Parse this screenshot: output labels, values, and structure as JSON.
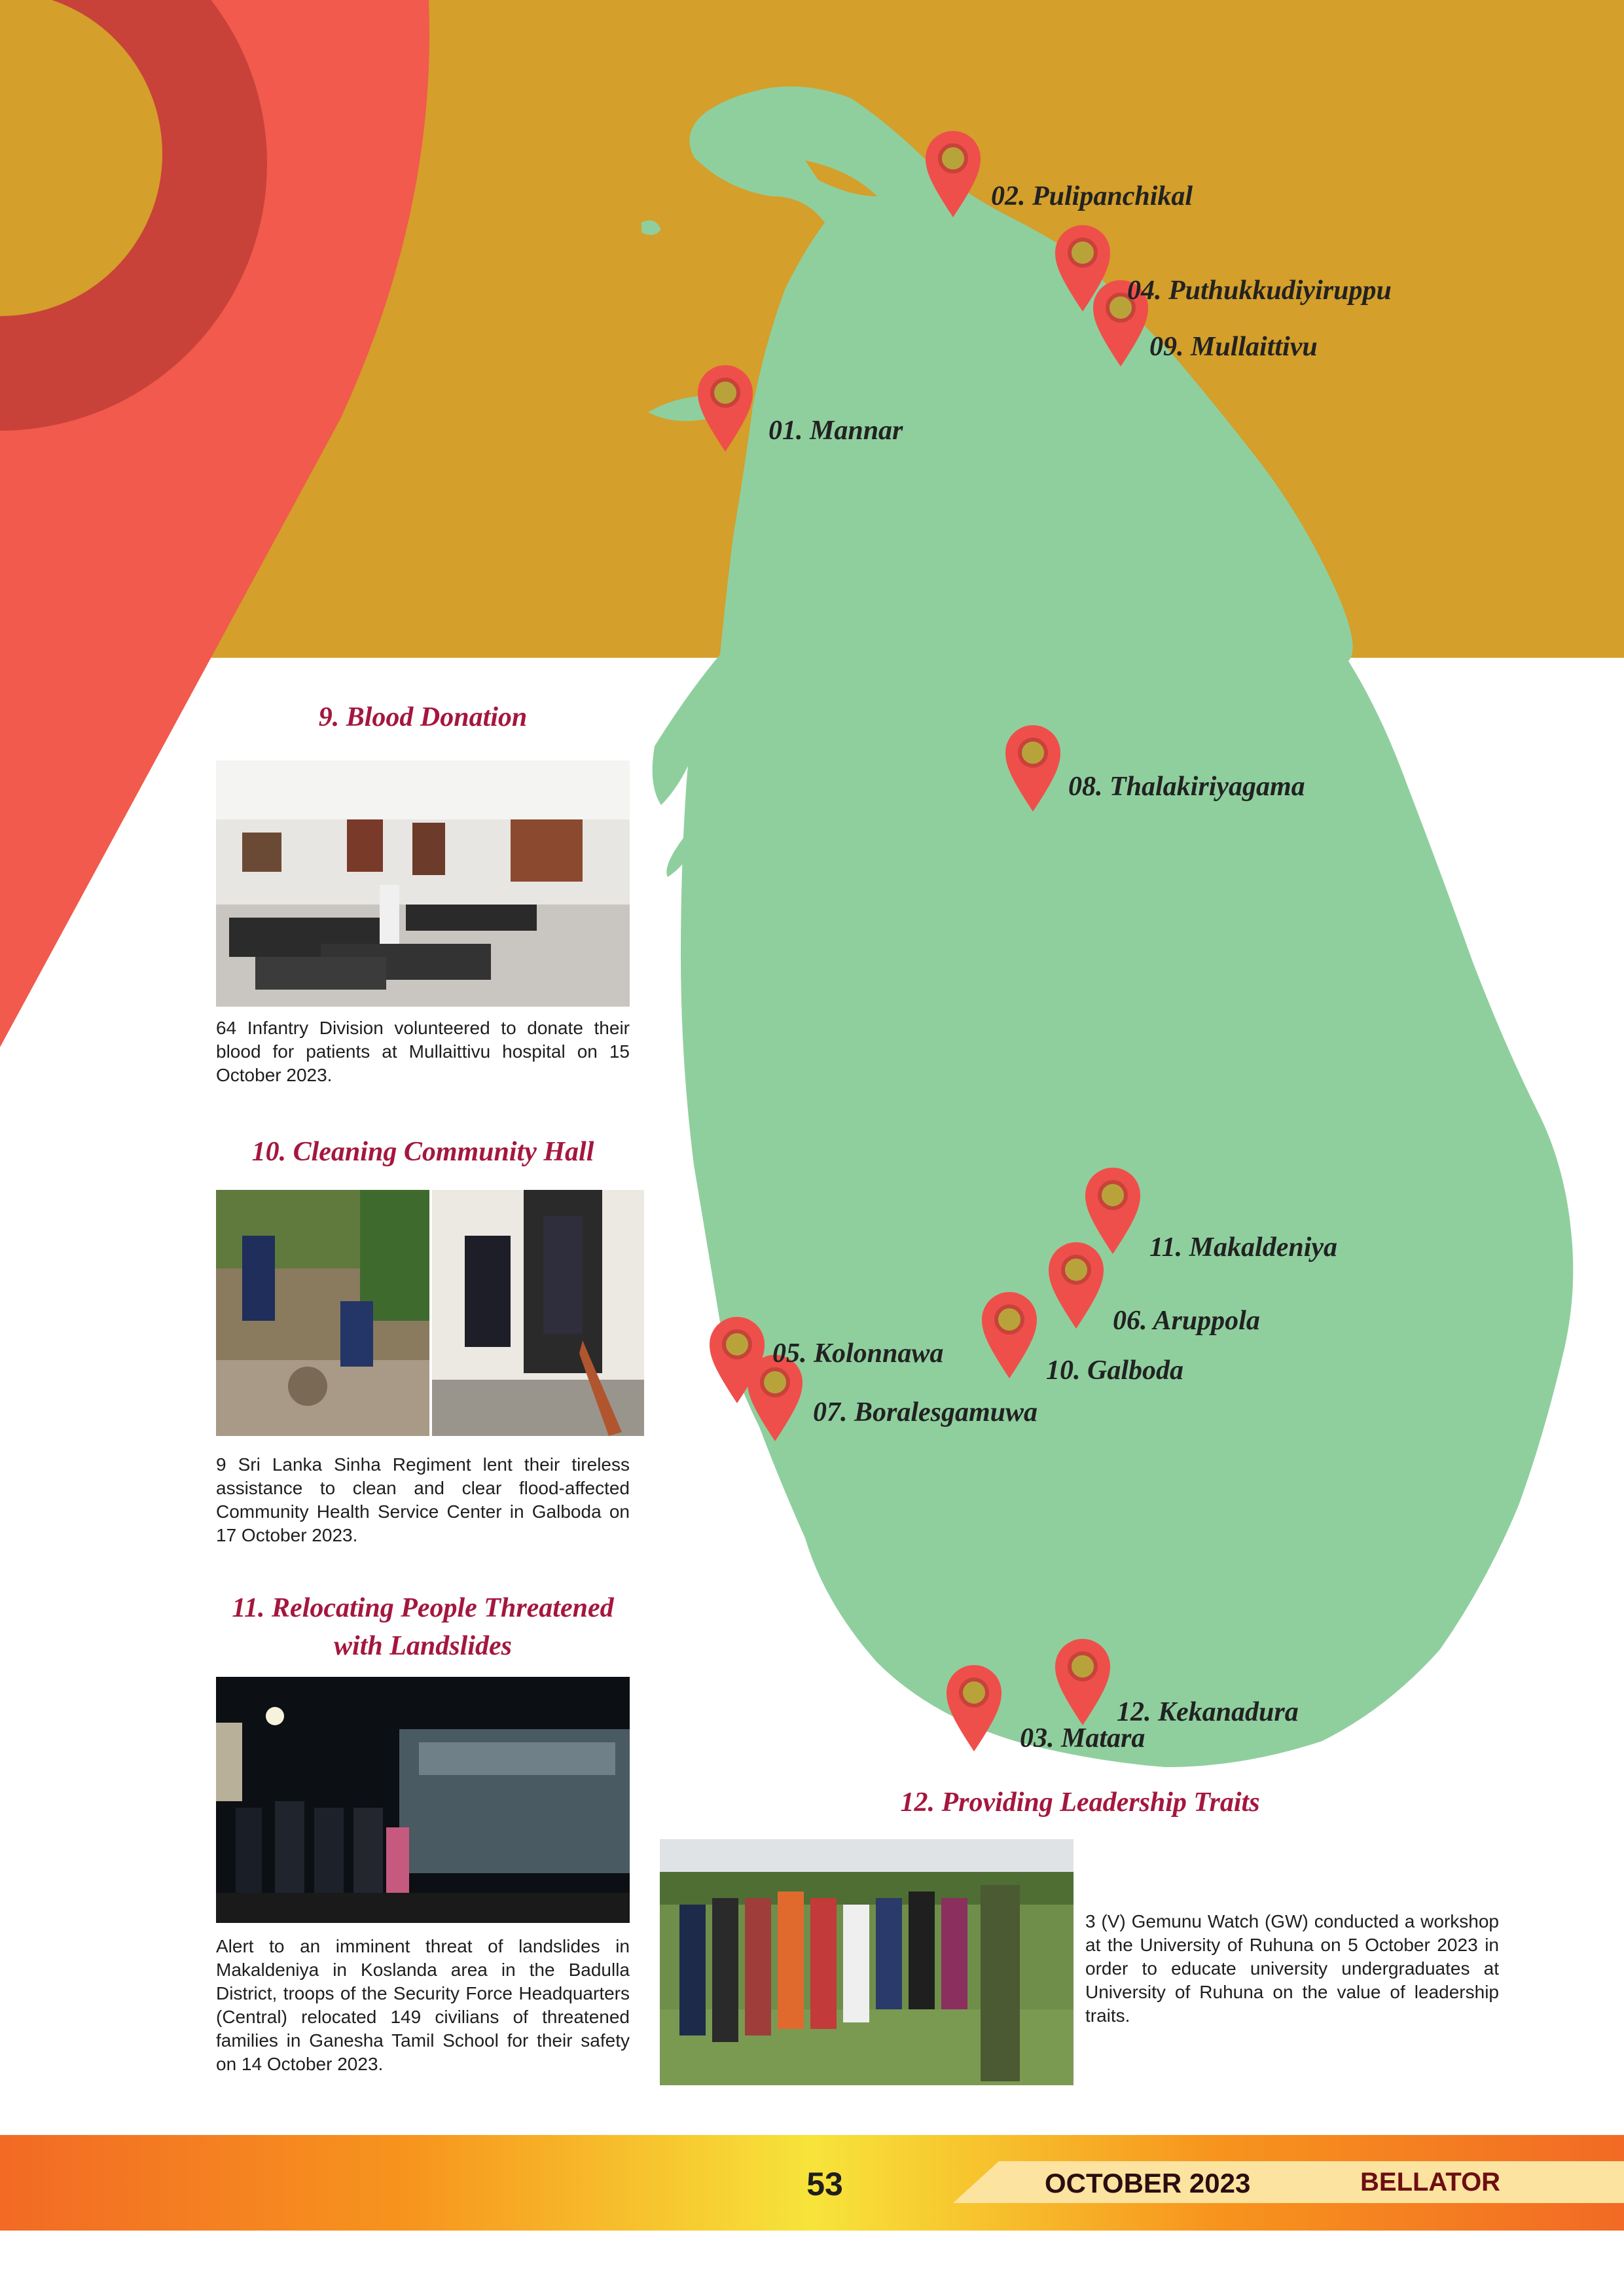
{
  "colors": {
    "mustard": "#d49f2a",
    "map_green": "#8fcf9e",
    "coral": "#f15a4c",
    "deep_red": "#c8423a",
    "heading_red": "#a4173e",
    "pin_red": "#ef4f4a",
    "pin_center": "#b8a33b",
    "footer_orange": "#f26a25",
    "footer_yellow": "#f7e43a"
  },
  "map_labels": [
    {
      "id": "01",
      "text": "01. Mannar"
    },
    {
      "id": "02",
      "text": "02. Pulipanchikal"
    },
    {
      "id": "03",
      "text": "03. Matara"
    },
    {
      "id": "04",
      "text": "04. Puthukkudiyiruppu"
    },
    {
      "id": "05",
      "text": "05. Kolonnawa"
    },
    {
      "id": "06",
      "text": "06. Aruppola"
    },
    {
      "id": "07",
      "text": "07. Boralesgamuwa"
    },
    {
      "id": "08",
      "text": "08. Thalakiriyagama"
    },
    {
      "id": "09",
      "text": "09. Mullaittivu"
    },
    {
      "id": "10",
      "text": "10. Galboda"
    },
    {
      "id": "11",
      "text": "11. Makaldeniya"
    },
    {
      "id": "12",
      "text": "12. Kekanadura"
    }
  ],
  "stories": [
    {
      "heading": "9.  Blood Donation",
      "caption": "64 Infantry Division volunteered to donate their blood for patients at Mullaittivu hospital on 15 October 2023."
    },
    {
      "heading": "10.  Cleaning Community Hall",
      "caption": "9 Sri Lanka Sinha Regiment lent their tireless assistance to clean and clear flood-affected Community Health Service Center in Galboda on 17 October 2023."
    },
    {
      "heading_line1": "11. Relocating People Threatened",
      "heading_line2": "with Landslides",
      "caption": "Alert to an imminent threat of landslides in Makaldeniya in Koslanda area in the Badulla District, troops of the Security Force Headquarters (Central) relocated 149 civilians of threatened families in Ganesha Tamil School for their safety on 14 October 2023."
    },
    {
      "heading": "12. Providing Leadership Traits",
      "caption": "3 (V) Gemunu Watch (GW) conducted a workshop at the University of Ruhuna on 5 October 2023 in order to educate university undergraduates at University of Ruhuna on the value of leadership traits."
    }
  ],
  "footer": {
    "page_number": "53",
    "issue": "OCTOBER 2023",
    "magazine": "BELLATOR"
  }
}
